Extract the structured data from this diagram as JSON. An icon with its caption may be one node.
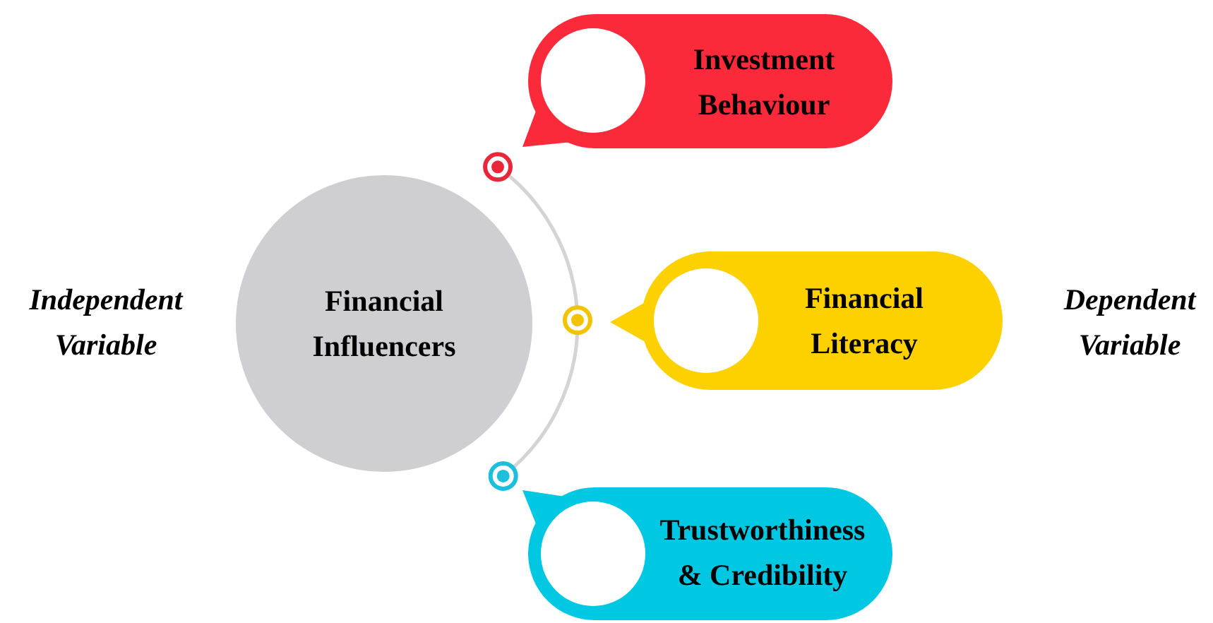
{
  "diagram": {
    "nodes": [
      {
        "text": [
          "Financial Influencers"
        ]
      },
      {
        "text": [
          "Investment Behaviour"
        ]
      },
      {
        "text": [
          "Financial Literacy"
        ]
      },
      {
        "text": [
          "Trustworthiness & Credibility"
        ]
      },
      {
        "text": [],
        "shape": "circle",
        "in": 1
      },
      {
        "text": [],
        "shape": "circle",
        "in": 2
      },
      {
        "text": [],
        "shape": "circle",
        "in": 3
      }
    ],
    "labels": [
      "Independent Variable",
      "Dependent Variable"
    ]
  }
}
